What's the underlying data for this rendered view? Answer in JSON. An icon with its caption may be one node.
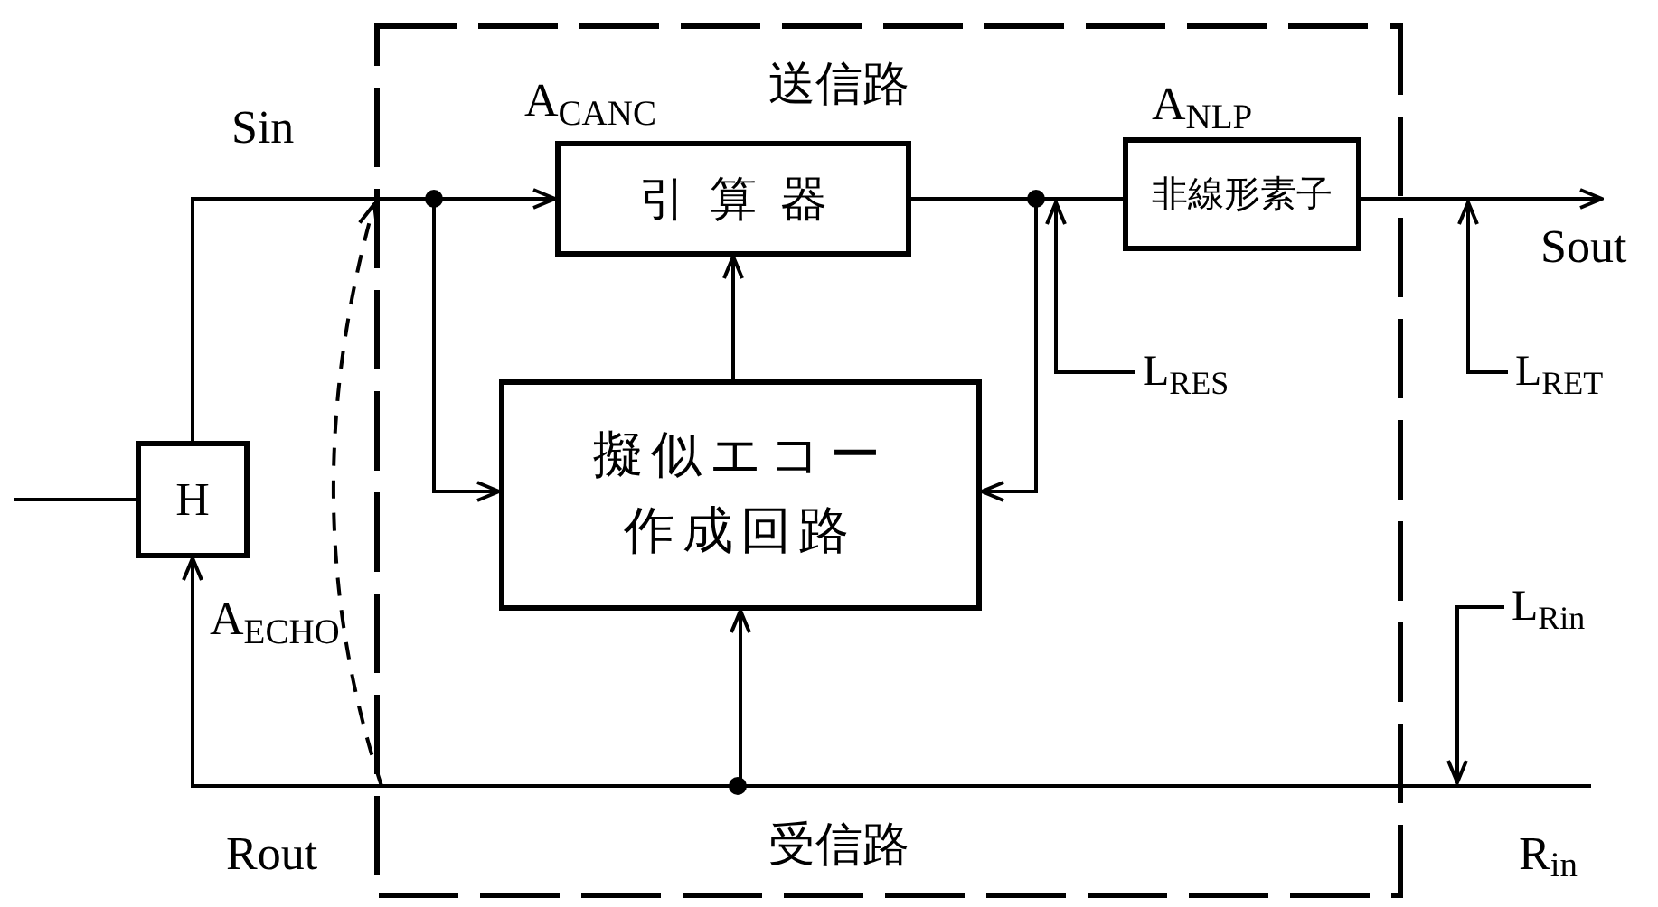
{
  "diagram": {
    "nodes": [
      {
        "text": [],
        "shape": "box"
      },
      {
        "text": [
          "引算器"
        ],
        "in": 0,
        "beside": [
          "A$_{CANC}$"
        ]
      },
      {
        "text": [
          "非線形素子"
        ],
        "in": 0,
        "beside": [
          "A$_{NLP}$"
        ]
      },
      {
        "text": [
          "擬似エコー作成回路"
        ],
        "in": 0
      },
      {
        "text": [
          "H"
        ]
      },
      {
        "text": [
          "L$_{RES}$"
        ],
        "in": 0
      },
      {
        "text": [
          "L$_{RET}$"
        ]
      },
      {
        "text": [
          "L$_{Rin}$"
        ]
      },
      {
        "text": [
          "Sout"
        ]
      },
      {
        "text": [
          "R$_{in}$"
        ]
      }
    ],
    "edges": [
      {
        "from": 4,
        "to": 1,
        "arrow": "to"
      },
      {
        "from": 4,
        "to": 3,
        "arrow": "to"
      },
      {
        "from": 3,
        "to": 1,
        "arrow": "to"
      },
      {
        "from": 1,
        "to": 2,
        "arrow": "none"
      },
      {
        "from": 1,
        "to": 3,
        "arrow": "to"
      },
      {
        "from": 2,
        "to": 8,
        "arrow": "to"
      },
      {
        "from": 9,
        "to": 4,
        "arrow": "to"
      },
      {
        "from": 9,
        "to": 3,
        "arrow": "to"
      },
      {
        "from": 4,
        "to": null,
        "arrow": "none"
      },
      {
        "from": 5,
        "to": null,
        "arrow": "to"
      },
      {
        "from": 6,
        "to": null,
        "arrow": "to"
      },
      {
        "from": 7,
        "to": null,
        "arrow": "to"
      },
      {
        "from": null,
        "to": 0,
        "arrow": "to",
        "style": "dashed"
      }
    ],
    "labels": [
      "送信路",
      "Sin",
      "A$_{ECHO}$",
      "Rout",
      "受信路"
    ]
  }
}
